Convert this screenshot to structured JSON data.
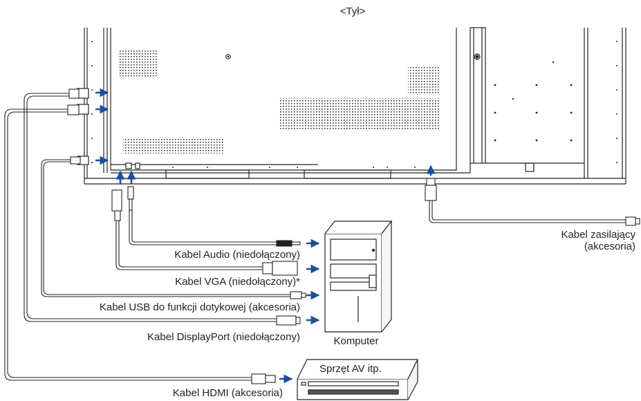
{
  "title": "<Tył>",
  "labels": {
    "audio": "Kabel Audio (niedołączony)",
    "vga": "Kabel VGA (niedołączony)*",
    "usb": "Kabel USB do funkcji dotykowej (akcesoria)",
    "displayport": "Kabel DisplayPort (niedołączony)",
    "hdmi": "Kabel HDMI (akcesoria)",
    "power_line1": "Kabel zasilający",
    "power_line2": "(akcesoria)",
    "computer": "Komputer",
    "av_device": "Sprzęt AV itp."
  },
  "colors": {
    "arrow": "#1a4fa0",
    "line": "#222222"
  }
}
